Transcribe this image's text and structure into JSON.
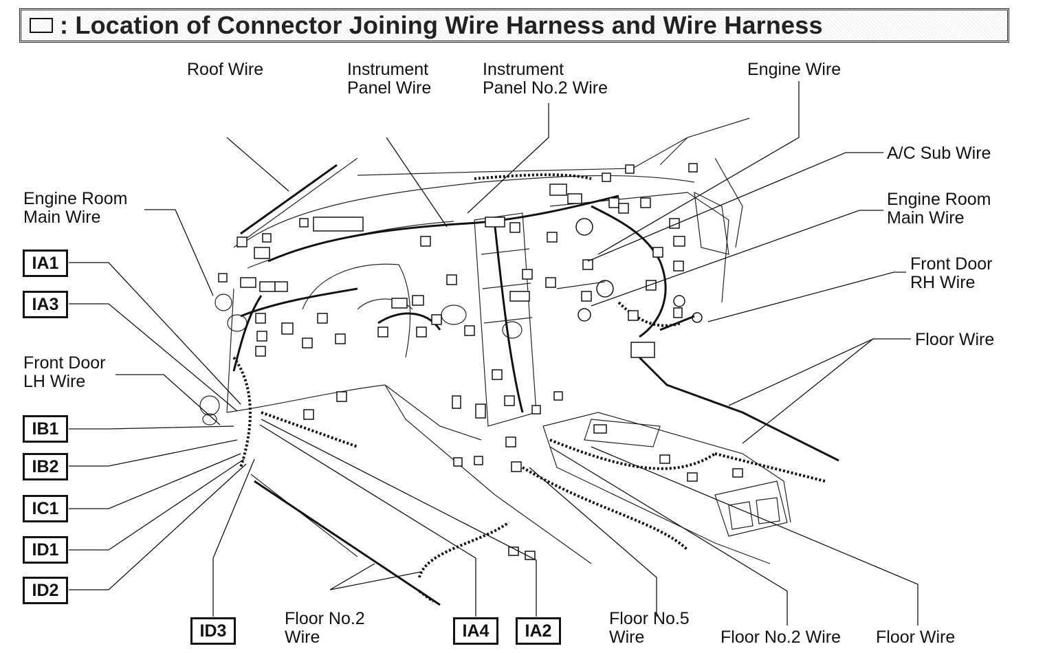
{
  "title": ": Location of Connector Joining Wire Harness and Wire Harness",
  "labels": {
    "roof_wire": "Roof Wire",
    "instrument_panel_wire": [
      "Instrument",
      "Panel Wire"
    ],
    "instrument_panel_no2_wire": [
      "Instrument",
      "Panel No.2 Wire"
    ],
    "engine_wire": "Engine Wire",
    "ac_sub_wire": "A/C Sub Wire",
    "engine_room_main_wire_left": [
      "Engine Room",
      "Main Wire"
    ],
    "engine_room_main_wire_right": [
      "Engine Room",
      "Main Wire"
    ],
    "front_door_rh_wire": [
      "Front Door",
      "RH Wire"
    ],
    "floor_wire_right": "Floor Wire",
    "front_door_lh_wire": [
      "Front Door",
      "LH Wire"
    ],
    "floor_no2_wire_bottom": [
      "Floor No.2",
      "Wire"
    ],
    "floor_no5_wire": [
      "Floor No.5",
      "Wire"
    ],
    "floor_no2_wire_right": "Floor No.2 Wire",
    "floor_wire_bottom": "Floor Wire"
  },
  "codes": {
    "ia1": "IA1",
    "ia3": "IA3",
    "ib1": "IB1",
    "ib2": "IB2",
    "ic1": "IC1",
    "id1": "ID1",
    "id2": "ID2",
    "id3": "ID3",
    "ia4": "IA4",
    "ia2": "IA2"
  }
}
